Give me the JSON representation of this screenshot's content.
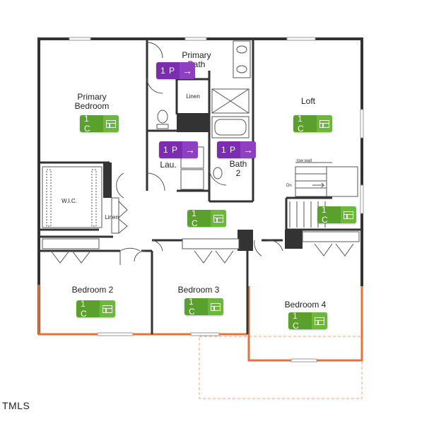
{
  "rooms": {
    "primary_bedroom": [
      "Primary",
      "Bedroom"
    ],
    "primary_bath": [
      "Primary",
      "Bath"
    ],
    "linen_top": "Linen",
    "loft": "Loft",
    "laundry": "Lau.",
    "bath2": [
      "Bath",
      "2"
    ],
    "wic": "W.I.C.",
    "linen_side": "Linen",
    "bedroom2": "Bedroom 2",
    "bedroom3": "Bedroom 3",
    "bedroom4": "Bedroom 4",
    "low_wall": "low wall",
    "dn": "Dn"
  },
  "badges": [
    {
      "id": "primary-bedroom",
      "text": "1 C",
      "kind": "green",
      "icon": "floorplan-icon"
    },
    {
      "id": "primary-bath",
      "text": "1 P",
      "kind": "purple",
      "icon": "arrow-right-icon"
    },
    {
      "id": "laundry",
      "text": "1 P",
      "kind": "purple",
      "icon": "arrow-right-icon"
    },
    {
      "id": "bath2",
      "text": "1 P",
      "kind": "purple",
      "icon": "arrow-right-icon"
    },
    {
      "id": "loft",
      "text": "1 C",
      "kind": "green",
      "icon": "floorplan-icon"
    },
    {
      "id": "loft-stairs",
      "text": "1 C",
      "kind": "green",
      "icon": "floorplan-icon"
    },
    {
      "id": "hall",
      "text": "1 C",
      "kind": "green",
      "icon": "floorplan-icon"
    },
    {
      "id": "bedroom2",
      "text": "1 C",
      "kind": "green",
      "icon": "floorplan-icon"
    },
    {
      "id": "bedroom3",
      "text": "1 C",
      "kind": "green",
      "icon": "floorplan-icon"
    },
    {
      "id": "bedroom4",
      "text": "1 C",
      "kind": "green",
      "icon": "floorplan-icon"
    }
  ],
  "colors": {
    "wall": "#333333",
    "exterior_highlight": "#e8703a",
    "badge_green": "#5aa02c",
    "badge_purple": "#7b2cb0"
  },
  "logo": "TMLS"
}
